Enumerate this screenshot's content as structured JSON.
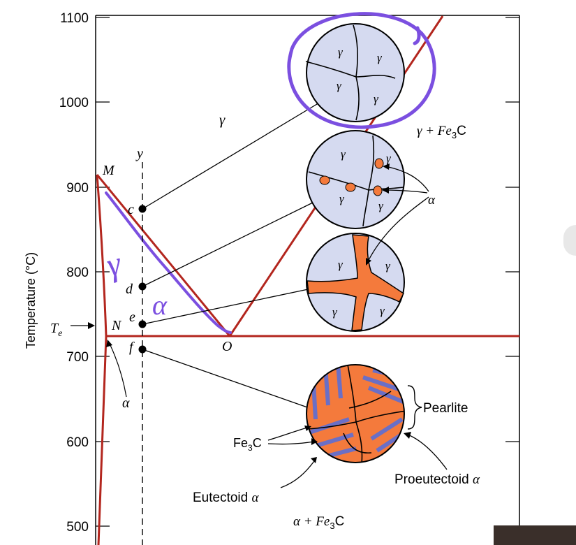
{
  "axis": {
    "ylabel": "Temperature (°C)",
    "ticks": [
      "1100",
      "1000",
      "900",
      "800",
      "700",
      "600",
      "500"
    ],
    "te_label": "T",
    "te_sub": "e"
  },
  "points": {
    "M": "M",
    "N": "N",
    "O": "O",
    "y": "y",
    "c": "c",
    "d": "d",
    "e": "e",
    "f": "f"
  },
  "regions": {
    "gamma": "γ",
    "gamma_fe3c_a": "γ + Fe",
    "gamma_fe3c_sub": "3",
    "gamma_fe3c_b": "C",
    "alpha_fe3c_a": "α + Fe",
    "alpha_fe3c_sub": "3",
    "alpha_fe3c_b": "C",
    "alpha_left": "α"
  },
  "micro": {
    "grain": "γ",
    "alpha": "α",
    "pearlite": "Pearlite",
    "fe3c_a": "Fe",
    "fe3c_sub": "3",
    "fe3c_b": "C",
    "eutectoid_a": "Eutectoid ",
    "eutectoid_b": "α",
    "proeutectoid_a": "Proeutectoid ",
    "proeutectoid_b": "α"
  },
  "annotations": {
    "gamma_hand": "γ",
    "alpha_hand": "α"
  },
  "colors": {
    "phase_line": "#b3261e",
    "grain_fill": "#d5daf0",
    "ferrite": "#f47a3c",
    "cementite": "#6a6fc6",
    "ink": "#7b4fe0"
  }
}
